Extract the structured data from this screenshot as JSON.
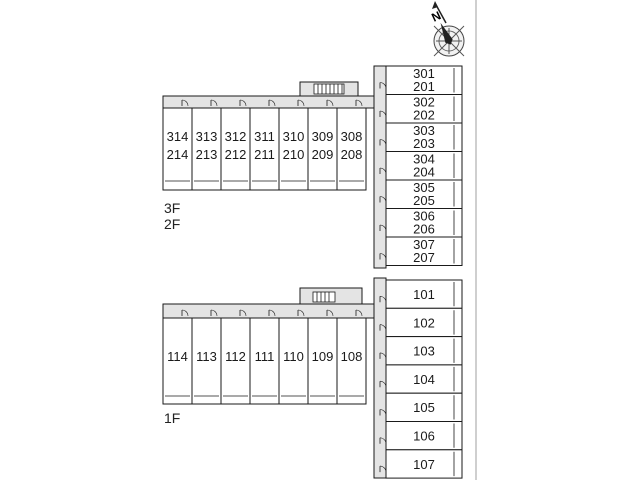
{
  "compass": {
    "letter": "N",
    "icon": "compass-rose-icon"
  },
  "upper_block": {
    "floor_labels": [
      "3F",
      "2F"
    ],
    "west_units": [
      {
        "top": "314",
        "bottom": "214"
      },
      {
        "top": "313",
        "bottom": "213"
      },
      {
        "top": "312",
        "bottom": "212"
      },
      {
        "top": "311",
        "bottom": "211"
      },
      {
        "top": "310",
        "bottom": "210"
      },
      {
        "top": "309",
        "bottom": "209"
      },
      {
        "top": "308",
        "bottom": "208"
      }
    ],
    "east_units": [
      {
        "top": "301",
        "bottom": "201"
      },
      {
        "top": "302",
        "bottom": "202"
      },
      {
        "top": "303",
        "bottom": "203"
      },
      {
        "top": "304",
        "bottom": "204"
      },
      {
        "top": "305",
        "bottom": "205"
      },
      {
        "top": "306",
        "bottom": "206"
      },
      {
        "top": "307",
        "bottom": "207"
      }
    ]
  },
  "lower_block": {
    "floor_label": "1F",
    "west_units": [
      "114",
      "113",
      "112",
      "111",
      "110",
      "109",
      "108"
    ],
    "east_units": [
      "101",
      "102",
      "103",
      "104",
      "105",
      "106",
      "107"
    ]
  },
  "colors": {
    "line": "#1a1a1a",
    "corridor": "#e4e4e4",
    "wall": "#bdbdbd"
  }
}
